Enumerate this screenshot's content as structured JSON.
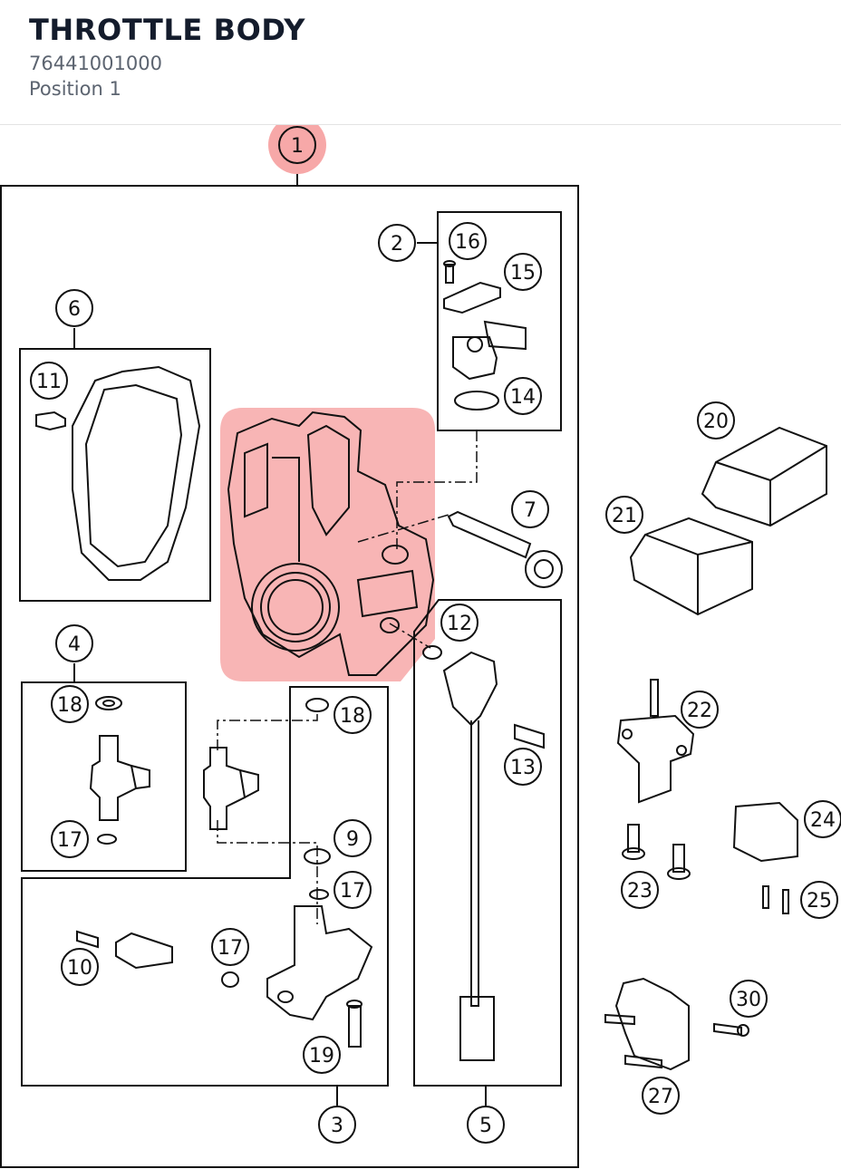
{
  "header": {
    "title": "THROTTLE BODY",
    "part_number": "76441001000",
    "position": "Position 1"
  },
  "diagram": {
    "highlight_color": "#f7a8a8",
    "callouts": [
      {
        "label": "1",
        "selected": true
      },
      {
        "label": "2"
      },
      {
        "label": "16"
      },
      {
        "label": "15"
      },
      {
        "label": "14"
      },
      {
        "label": "6"
      },
      {
        "label": "11"
      },
      {
        "label": "7"
      },
      {
        "label": "20"
      },
      {
        "label": "21"
      },
      {
        "label": "12"
      },
      {
        "label": "13"
      },
      {
        "label": "4"
      },
      {
        "label": "18"
      },
      {
        "label": "17"
      },
      {
        "label": "18"
      },
      {
        "label": "9"
      },
      {
        "label": "17"
      },
      {
        "label": "10"
      },
      {
        "label": "17"
      },
      {
        "label": "19"
      },
      {
        "label": "3"
      },
      {
        "label": "5"
      },
      {
        "label": "22"
      },
      {
        "label": "24"
      },
      {
        "label": "23"
      },
      {
        "label": "25"
      },
      {
        "label": "30"
      },
      {
        "label": "27"
      }
    ]
  }
}
